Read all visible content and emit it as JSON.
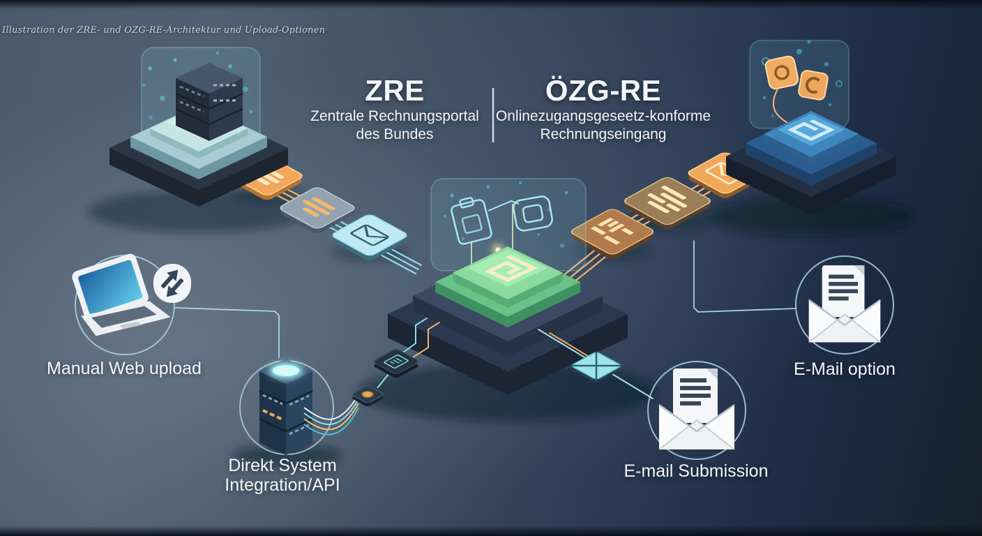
{
  "caption": "Illustration der ZRE- und OZG-RE-Architektur und Upload-Optionen",
  "headers": {
    "zre": {
      "title": "ZRE",
      "subtitle1": "Zentrale Rechnungsportal",
      "subtitle2": "des Bundes"
    },
    "ozgre": {
      "title": "ÖZG-RE",
      "subtitle1": "Onlinezugangsgeseetz-konforme",
      "subtitle2": "Rechnungseingang"
    }
  },
  "upload_options": {
    "manual_web_upload": {
      "label": "Manual Web upload",
      "icon": "laptop-transfer-icon"
    },
    "direct_api": {
      "label1": "Direkt System",
      "label2": "Integration/API",
      "icon": "server-tower-icon"
    },
    "email_submission": {
      "label": "E-mail Submission",
      "icon": "open-envelope-document-icon"
    },
    "email_option": {
      "label": "E-Mail option",
      "icon": "open-envelope-document-icon"
    }
  },
  "colors": {
    "accent_orange": "#f0a85c",
    "accent_cyan": "#7fd8e8",
    "accent_green": "#7cd696",
    "accent_blue": "#4a90c8",
    "background_light": "#4e5e70",
    "background_dark": "#16212f",
    "text": "#f2f6f9"
  }
}
